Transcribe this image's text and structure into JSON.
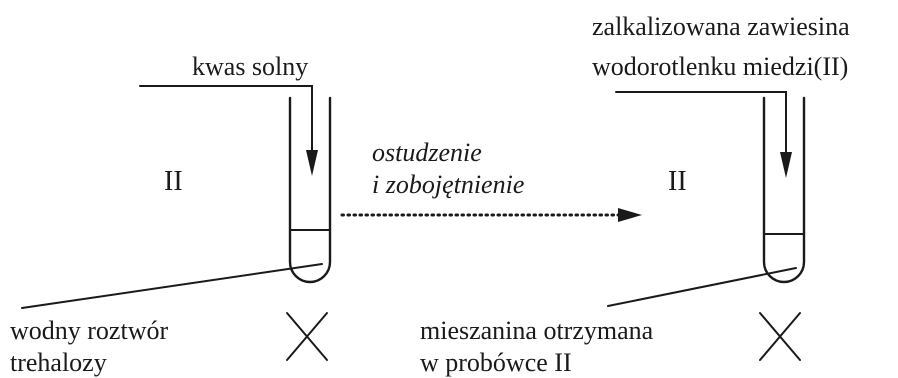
{
  "left_setup": {
    "reagent_label": "kwas solny",
    "tube_label": "II",
    "solution_label_line1": "wodny roztwór",
    "solution_label_line2": "trehalozy"
  },
  "transition": {
    "label_line1": "ostudzenie",
    "label_line2": "i zobojętnienie"
  },
  "right_setup": {
    "reagent_label_line1": "zalkalizowana zawiesina",
    "reagent_label_line2": "wodorotlenku miedzi(II)",
    "tube_label": "II",
    "solution_label_line1": "mieszanina otrzymana",
    "solution_label_line2": "w probówce II"
  }
}
